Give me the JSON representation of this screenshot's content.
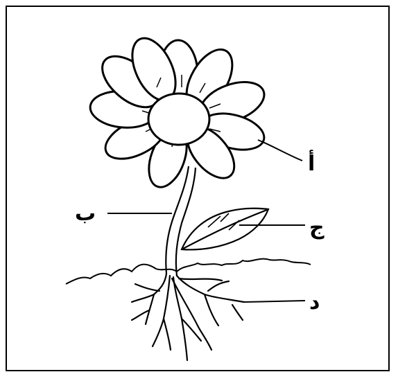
{
  "labels": {
    "a": "أ",
    "b": "ب",
    "c": "ج",
    "d": "د"
  },
  "colors": {
    "line": "#000000",
    "fill": "#ffffff"
  }
}
